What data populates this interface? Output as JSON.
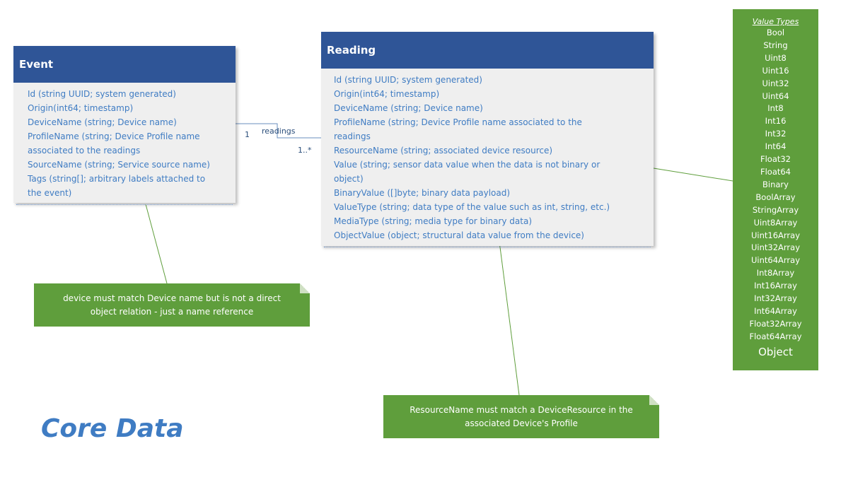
{
  "event": {
    "title": "Event",
    "attributes": [
      "Id (string UUID; system generated)",
      "Origin(int64; timestamp)",
      "DeviceName (string; Device name)",
      "ProfileName (string; Device Profile name",
      "associated to the readings",
      "SourceName (string; Service source name)",
      "Tags (string[]; arbitrary labels attached to",
      "the event)"
    ]
  },
  "reading": {
    "title": "Reading",
    "attributes": [
      "Id (string UUID; system generated)",
      "Origin(int64; timestamp)",
      "DeviceName (string; Device name)",
      "ProfileName (string; Device Profile name associated to the",
      "readings",
      "ResourceName (string; associated device resource)",
      "Value (string; sensor data value when the data is not binary or",
      "object)",
      "BinaryValue ([]byte; binary data payload)",
      "ValueType (string; data type of the value such as int, string, etc.)",
      "MediaType (string; media type for binary data)",
      "ObjectValue (object; structural data value from the device)"
    ]
  },
  "association": {
    "label": "readings",
    "source_multiplicity": "1",
    "target_multiplicity": "1..*"
  },
  "notes": {
    "device_note_line1": "device must match Device name but is not a direct",
    "device_note_line2": "object relation - just a name reference",
    "resource_note_line1": "ResourceName must match a DeviceResource in the",
    "resource_note_line2": "associated Device's Profile"
  },
  "value_types": {
    "title": "Value Types",
    "items": [
      "Bool",
      "String",
      "Uint8",
      "Uint16",
      "Uint32",
      "Uint64",
      "Int8",
      "Int16",
      "Int32",
      "Int64",
      "Float32",
      "Float64",
      "Binary",
      "BoolArray",
      "StringArray",
      "Uint8Array",
      "Uint16Array",
      "Uint32Array",
      "Uint64Array",
      "Int8Array",
      "Int16Array",
      "Int32Array",
      "Int64Array",
      "Float32Array",
      "Float64Array"
    ],
    "last_item": "Object"
  },
  "footer": {
    "title": "Core Data"
  },
  "colors": {
    "header_blue": "#2f5597",
    "attr_text_blue": "#3f7cc3",
    "note_green": "#5f9e3c",
    "box_grey": "#efefef"
  }
}
